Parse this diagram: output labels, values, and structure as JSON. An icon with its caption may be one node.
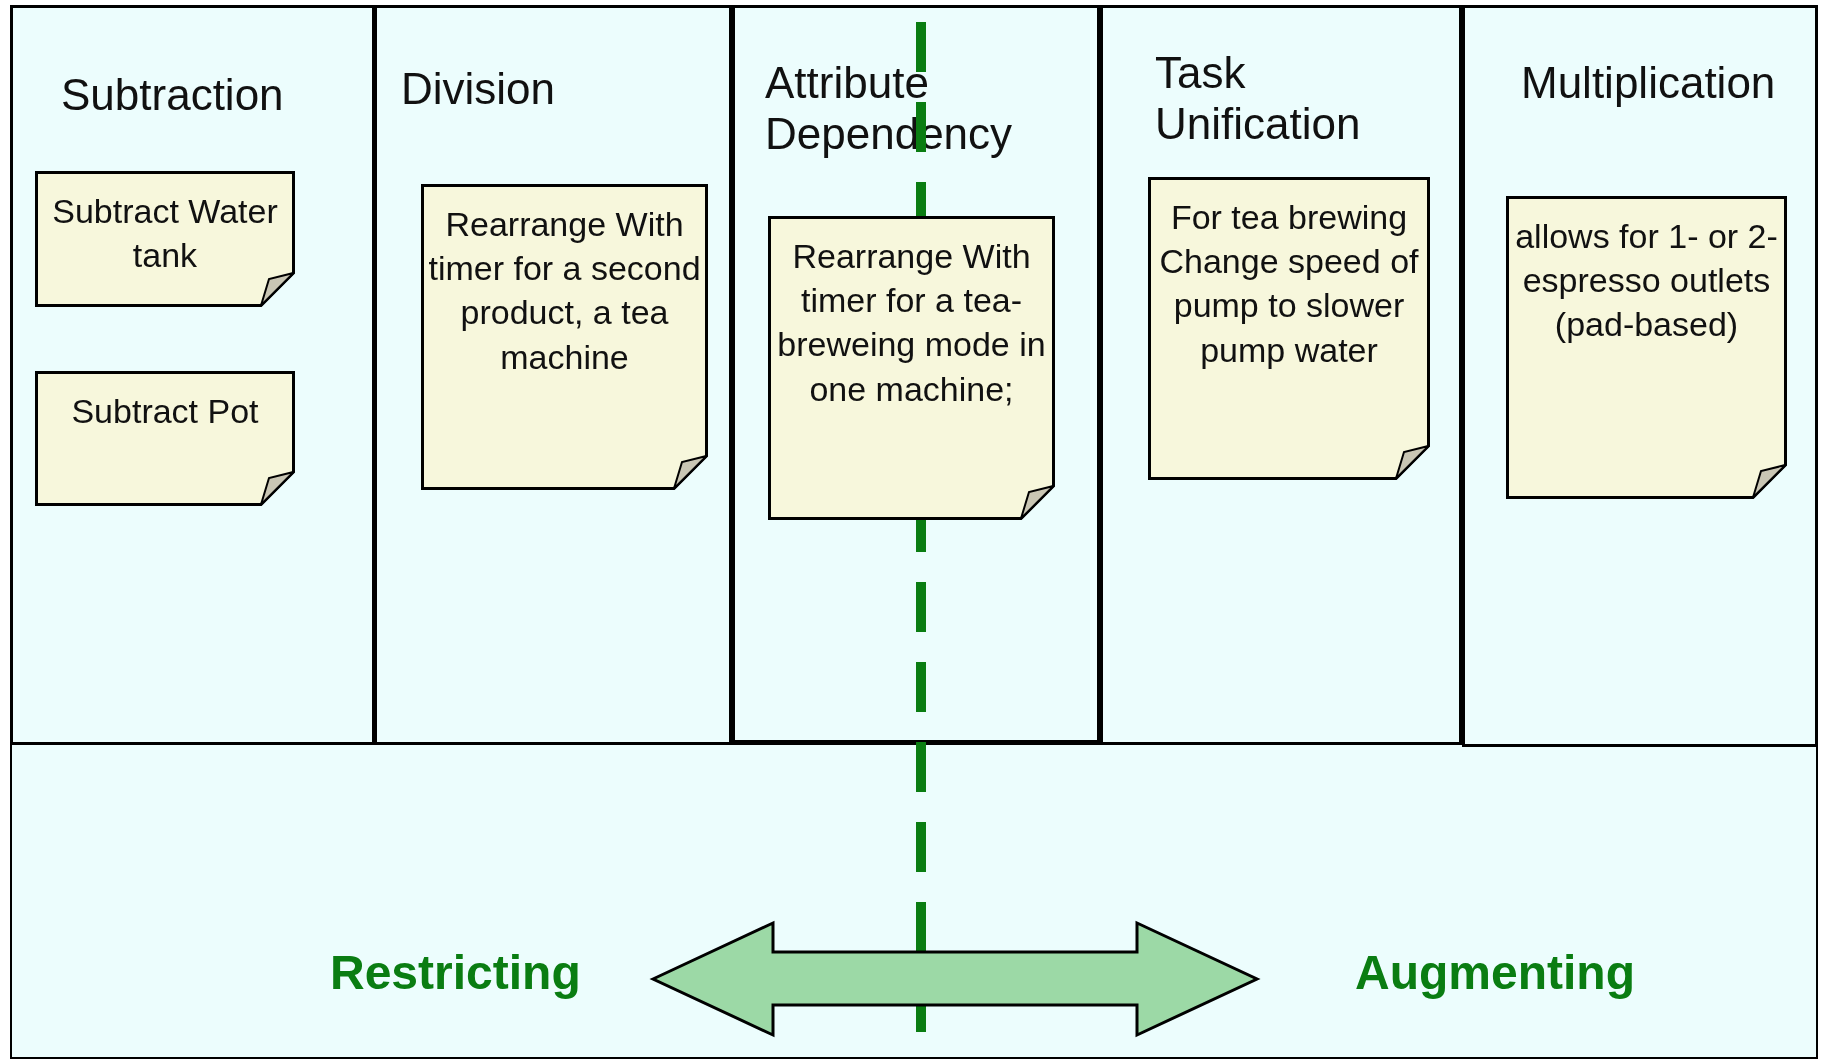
{
  "diagram": {
    "nodes": [
      {
        "text": [
          "Subtraction"
        ]
      },
      {
        "text": [
          "Subtract Water tank"
        ],
        "in": 0
      },
      {
        "text": [
          "Subtract Pot"
        ],
        "in": 0
      },
      {
        "text": [
          "Division"
        ]
      },
      {
        "text": [
          "Rearrange With timer for a second product, a tea machine"
        ],
        "in": 3
      },
      {
        "text": [
          "Attribute Dependency"
        ]
      },
      {
        "text": [
          "Rearrange With timer for a tea-breweing mode in one machine;"
        ],
        "in": 5
      },
      {
        "text": [
          "Task Unification"
        ]
      },
      {
        "text": [
          "For tea brewing Change speed of pump to slower pump water"
        ],
        "in": 7
      },
      {
        "text": [
          "Multiplication"
        ]
      },
      {
        "text": [
          "allows for 1- or 2- espresso outlets (pad-based)"
        ],
        "in": 9
      }
    ],
    "edges": [],
    "labels": [
      "Restricting",
      "Augmenting"
    ]
  }
}
